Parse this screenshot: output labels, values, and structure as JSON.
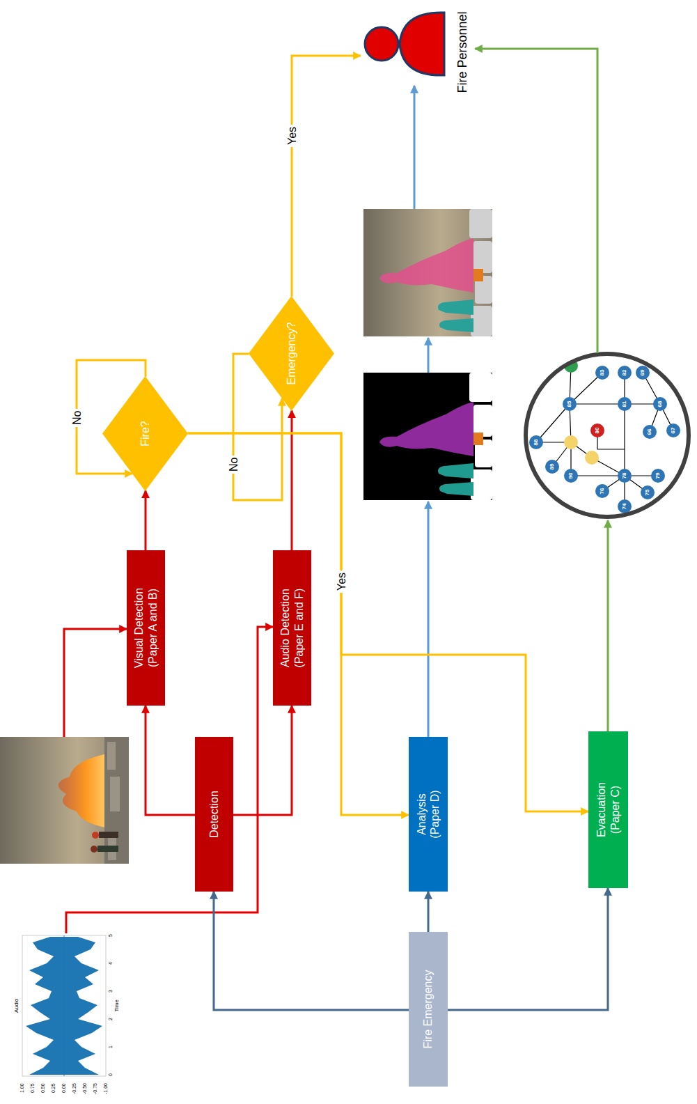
{
  "diagram": {
    "nodes": [
      {
        "text": [
          "Fire Emergency"
        ]
      },
      {
        "text": [
          "Detection"
        ]
      },
      {
        "text": [
          "Analysis (Paper D)"
        ]
      },
      {
        "text": [
          "Evacuation (Paper C)"
        ]
      },
      {
        "text": [
          "Visual Detection (Paper A and B)"
        ]
      },
      {
        "text": [
          "Audio Detection (Paper E and F)"
        ]
      },
      {
        "text": [
          "Fire?"
        ]
      },
      {
        "text": [
          "Emergency?"
        ]
      },
      {
        "text": [
          "Fire Personnel"
        ]
      }
    ],
    "edges": [
      {
        "from": 0,
        "to": 1,
        "arrow": "to"
      },
      {
        "from": 0,
        "to": 2,
        "arrow": "to"
      },
      {
        "from": 0,
        "to": 3,
        "arrow": "to"
      },
      {
        "from": 1,
        "to": 4,
        "arrow": "to"
      },
      {
        "from": 1,
        "to": 5,
        "arrow": "to"
      },
      {
        "from": 4,
        "to": 6,
        "arrow": "to"
      },
      {
        "from": 5,
        "to": 7,
        "arrow": "to"
      },
      {
        "from": 6,
        "to": 6,
        "label": "No",
        "arrow": "to"
      },
      {
        "from": 6,
        "to": 2,
        "label": "Yes",
        "arrow": "to"
      },
      {
        "from": 6,
        "to": 3,
        "arrow": "to"
      },
      {
        "from": 7,
        "to": 7,
        "label": "No",
        "arrow": "to"
      },
      {
        "from": 7,
        "to": 8,
        "label": "Yes",
        "arrow": "to"
      }
    ],
    "labels": [
      "Audio",
      "1.00",
      "0.75",
      "0.50",
      "0.25",
      "0.00",
      "-0.25",
      "-0.50",
      "-0.75",
      "-1.00",
      "0",
      "1",
      "2",
      "3",
      "4",
      "5",
      "Time",
      "83",
      "82",
      "69",
      "85",
      "81",
      "68",
      "88",
      "80",
      "66",
      "67",
      "89",
      "90",
      "78",
      "79",
      "76",
      "75",
      "74"
    ]
  }
}
